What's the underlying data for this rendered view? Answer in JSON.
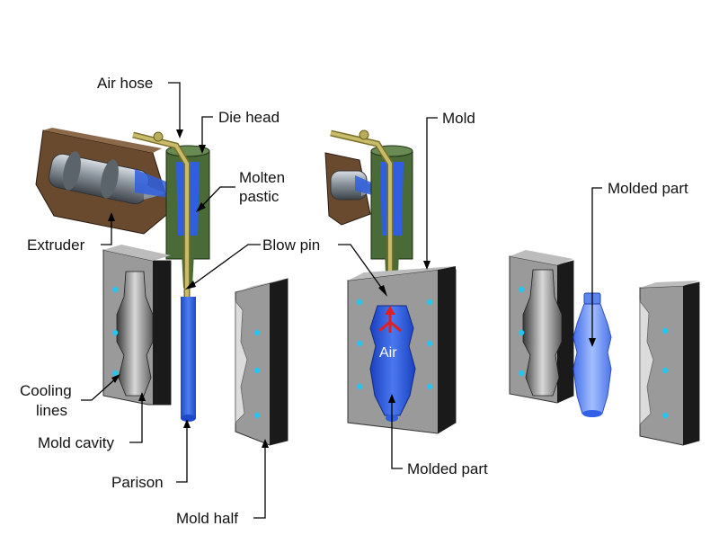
{
  "labels": {
    "air_hose": "Air hose",
    "die_head": "Die head",
    "molten_plastic_line1": "Molten",
    "molten_plastic_line2": "pastic",
    "extruder": "Extruder",
    "blow_pin": "Blow pin",
    "cooling_lines_line1": "Cooling",
    "cooling_lines_line2": "lines",
    "mold_cavity": "Mold cavity",
    "parison": "Parison",
    "mold_half": "Mold half",
    "mold": "Mold",
    "air": "Air",
    "molded_part_center": "Molded part",
    "molded_part_right": "Molded part"
  },
  "colors": {
    "mold_gray": "#9a9a9a",
    "mold_dark": "#1a1a1a",
    "die_green": "#4a6a38",
    "extruder_brown": "#6a4a2e",
    "plastic_blue": "#2f5fe0",
    "air_arrow_red": "#e02020",
    "cooling_dot": "#29c4ee",
    "hose_tan": "#b8ab5a"
  }
}
